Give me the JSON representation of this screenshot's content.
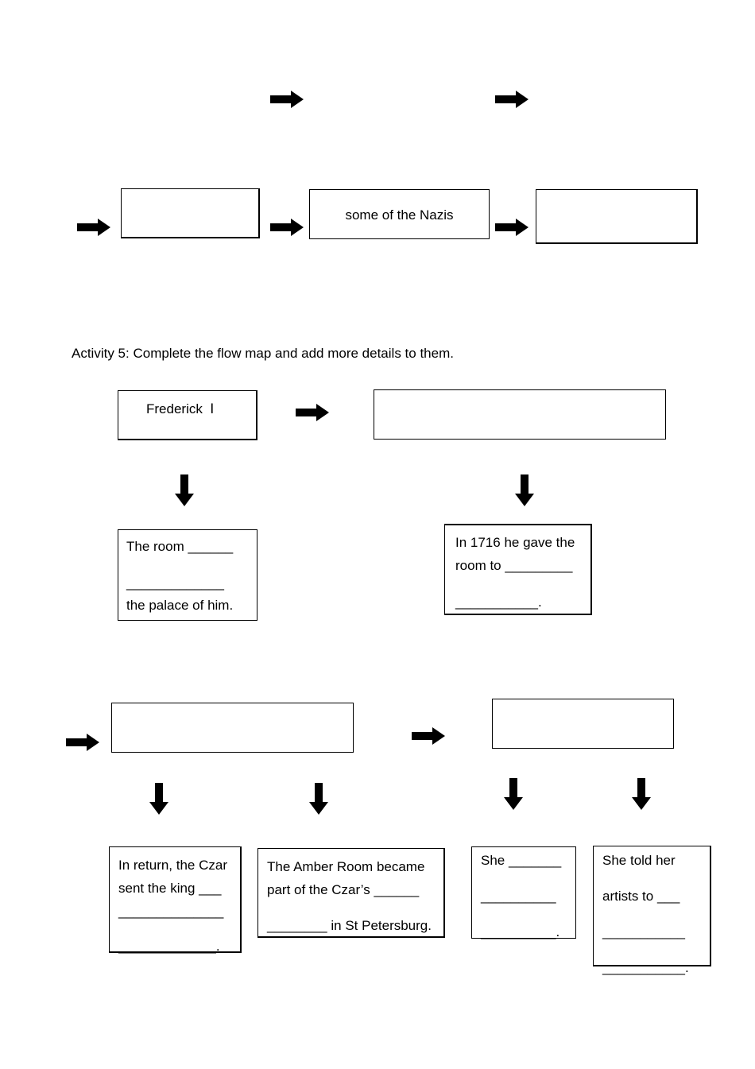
{
  "top_flow": {
    "box_middle_text": "some of the Nazis"
  },
  "activity5": {
    "heading": "Activity 5: Complete the flow map and add more details to them.",
    "box_frederick": "Frederick  Ⅰ",
    "box_room_lines": [
      "The room ______",
      "_____________",
      "the palace of him."
    ],
    "box_1716_lines": [
      "In 1716 he gave the",
      "room to _________",
      "___________."
    ],
    "box_return_lines": [
      "In return, the Czar",
      "sent the king ___",
      "______________",
      "_____________."
    ],
    "box_amber_lines": [
      "The Amber Room became",
      "part of the Czar’s ______",
      "________ in St Petersburg."
    ],
    "box_she_lines": [
      "She _______",
      "__________",
      "__________."
    ],
    "box_told_lines": [
      "She told her",
      "artists to ___",
      "___________",
      "___________."
    ]
  }
}
